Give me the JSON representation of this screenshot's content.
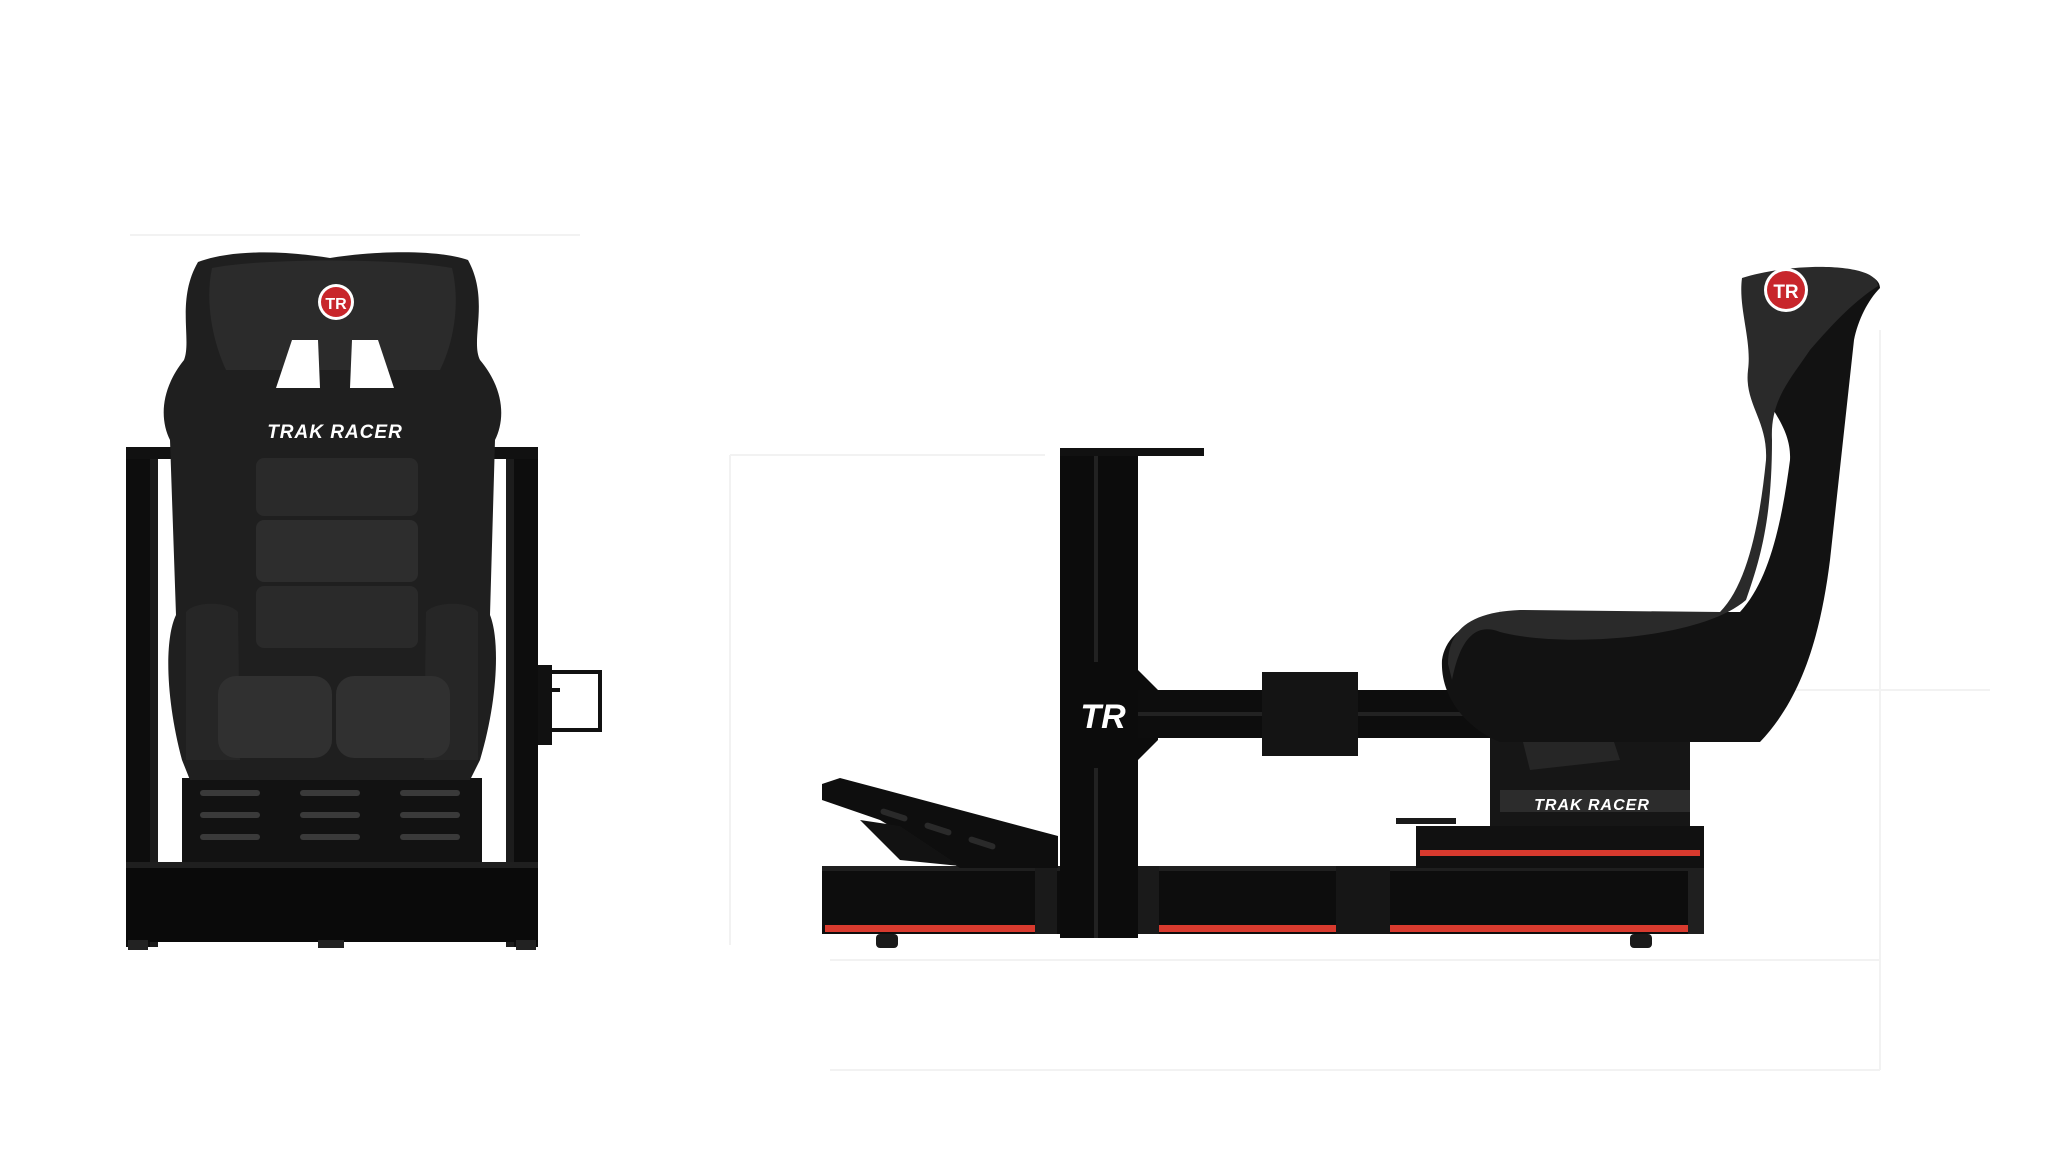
{
  "brand": {
    "name": "TRAK RACER",
    "logo_mark": "TR",
    "colors": {
      "frame": "#0d0d0d",
      "seat": "#2a2a2a",
      "accent": "#d83a2e",
      "logo_badge": "#c8262b"
    }
  },
  "views": [
    {
      "id": "front",
      "seat_label": "TRAK RACER",
      "logo": "TR"
    },
    {
      "id": "side",
      "frame_logo": "TR",
      "rail_label": "TRAK RACER",
      "logo": "TR"
    }
  ]
}
